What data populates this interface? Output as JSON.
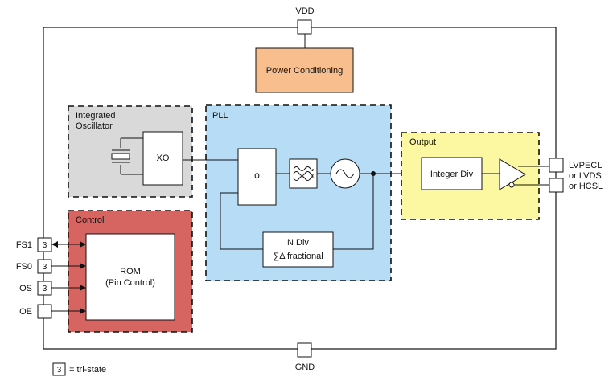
{
  "pins": {
    "vdd": "VDD",
    "gnd": "GND",
    "fs1": "FS1",
    "fs0": "FS0",
    "os": "OS",
    "oe": "OE",
    "out_line1": "LVPECL",
    "out_line2": "or LVDS",
    "out_line3": "or HCSL"
  },
  "tri_state_mark": "3",
  "blocks": {
    "power_conditioning": "Power Conditioning",
    "integrated_oscillator_line1": "Integrated",
    "integrated_oscillator_line2": "Oscillator",
    "xo": "XO",
    "pll": "PLL",
    "phase_detector": "ϕ",
    "n_div_line1": "N Div",
    "n_div_line2": "∑Δ fractional",
    "output": "Output",
    "integer_div": "Integer Div",
    "control": "Control",
    "rom_line1": "ROM",
    "rom_line2": "(Pin Control)"
  },
  "legend": {
    "mark": "3",
    "text": "= tri-state"
  },
  "colors": {
    "power_conditioning_fill": "#f9be8e",
    "oscillator_fill": "#d9d9d9",
    "pll_fill": "#b7dcf5",
    "output_fill": "#fbf8a1",
    "control_fill": "#d66562"
  }
}
